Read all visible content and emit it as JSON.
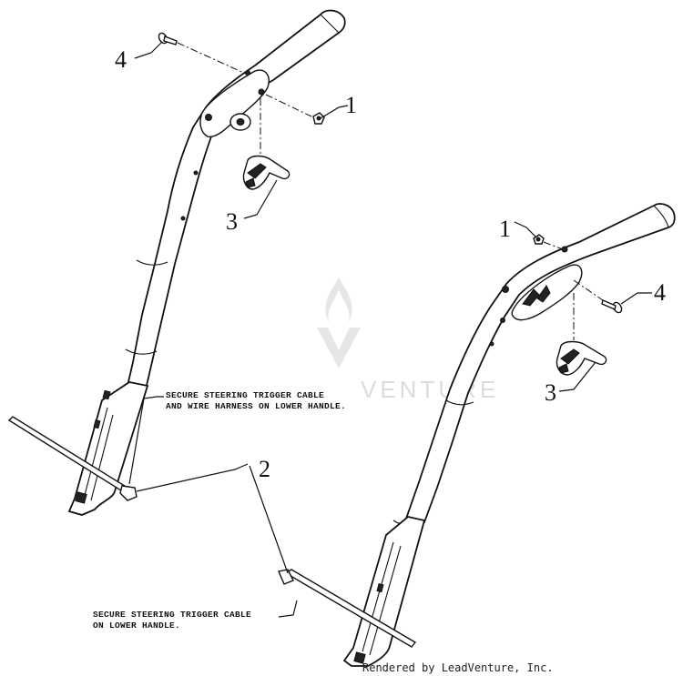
{
  "callouts": {
    "left_4": "4",
    "left_1": "1",
    "left_3": "3",
    "right_1": "1",
    "right_4": "4",
    "right_3": "3",
    "center_2": "2"
  },
  "notes": {
    "left_line1": "SECURE STEERING TRIGGER CABLE",
    "left_line2": "AND WIRE HARNESS ON LOWER HANDLE.",
    "right_line1": "SECURE STEERING TRIGGER CABLE",
    "right_line2": "ON LOWER HANDLE."
  },
  "watermark": "VENTURE",
  "credit": "Rendered by LeadVenture, Inc.",
  "colors": {
    "line": "#111111",
    "background": "#ffffff",
    "watermark": "#dcdcdc"
  }
}
